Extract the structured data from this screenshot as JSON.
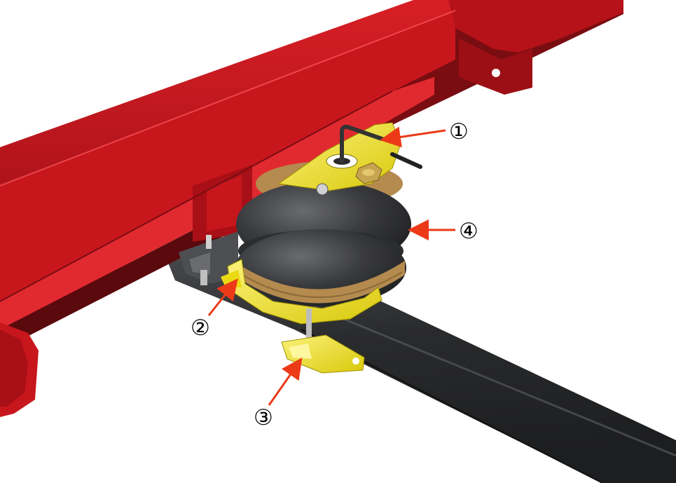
{
  "callouts": [
    {
      "id": "1",
      "label": "①"
    },
    {
      "id": "2",
      "label": "②"
    },
    {
      "id": "3",
      "label": "③"
    },
    {
      "id": "4",
      "label": "④"
    }
  ],
  "colors": {
    "frame_red": "#c8161d",
    "frame_dark_red": "#7a0d12",
    "bracket_yellow": "#f2e416",
    "bellows_black": "#3a3b3d",
    "ring_brown": "#b48a4e",
    "axle_black": "#2f3032",
    "arrow_orange": "#ec3a18"
  },
  "parts": [
    "frame-rail",
    "upper-bracket",
    "air-spring",
    "lower-bracket",
    "axle-clamp",
    "axle-tube",
    "air-line-fitting",
    "mounting-bolt"
  ]
}
